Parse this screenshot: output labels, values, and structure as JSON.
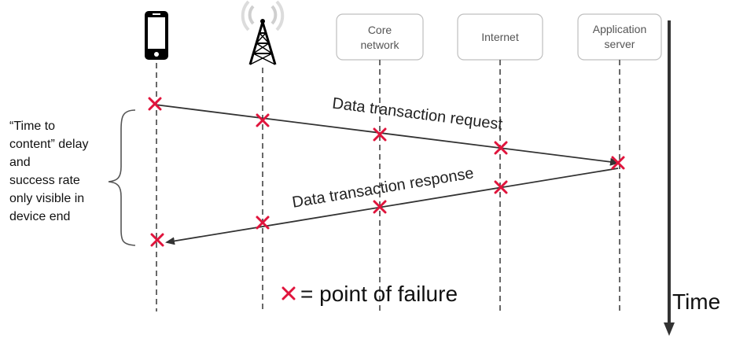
{
  "participants": {
    "phone": {
      "icon": "smartphone-icon"
    },
    "tower": {
      "icon": "cell-tower-icon"
    },
    "core": {
      "line1": "Core",
      "line2": "network"
    },
    "internet": {
      "label": "Internet"
    },
    "app": {
      "line1": "Application",
      "line2": "server"
    }
  },
  "messages": {
    "request": "Data transaction request",
    "response": "Data transaction response"
  },
  "side_note": {
    "lines": [
      "“Time to",
      "content” delay",
      "and",
      "success rate",
      "only visible in",
      "device end"
    ]
  },
  "legend": {
    "marker_icon": "failure-x-icon",
    "text": "= point of failure"
  },
  "time_axis": {
    "label": "Time"
  },
  "colors": {
    "failure": "#e0143c",
    "line": "#333333",
    "lifeline": "#444444",
    "box_border": "#bfbfbf"
  }
}
